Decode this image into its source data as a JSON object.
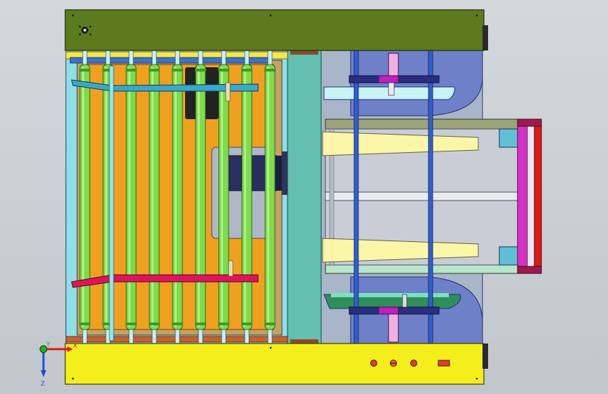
{
  "viewport": {
    "background_top": "#d3d8dd",
    "background_bottom": "#c1c7cd"
  },
  "model": {
    "top_cover_color": "#5b7b1e",
    "bottom_cover_color": "#f4ee1c",
    "roller_color": "#7ddc4a",
    "roller_count": 9,
    "backplate_color": "#f0a020",
    "frame_color": "#8fe0e6",
    "center_panel_color": "#63bfae",
    "blue_lobe_color": "#6e80c8",
    "wedge_color": "#fbf6a8",
    "pink_bar_color": "#e0145a",
    "magenta_rail_color": "#d830c8",
    "red_rail_color": "#e01818",
    "rod_color": "#3060d0"
  },
  "triad": {
    "x_label": "X",
    "y_label": "Y",
    "z_label": "Z",
    "x_color": "#e01818",
    "y_color": "#20b020",
    "z_color": "#2050d0"
  }
}
